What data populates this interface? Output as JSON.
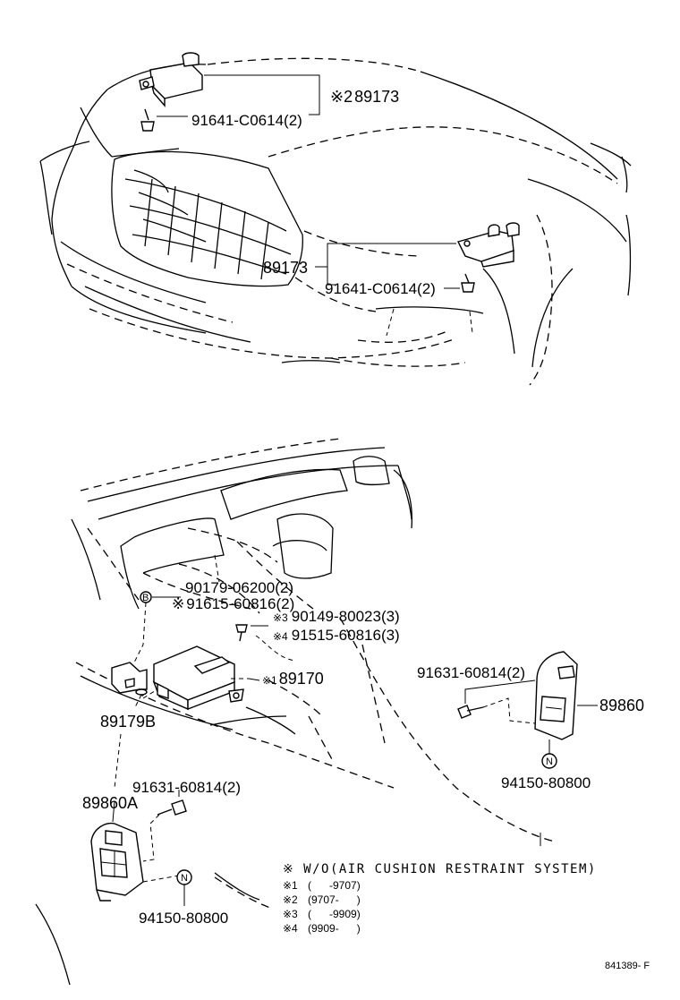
{
  "top_view": {
    "callouts": [
      {
        "mark": "※2",
        "part": "89173"
      },
      {
        "part": "91641-C0614(2)"
      },
      {
        "part": "89173"
      },
      {
        "part": "91641-C0614(2)"
      }
    ]
  },
  "bottom_view": {
    "callouts": [
      {
        "part": "90179-06200(2)"
      },
      {
        "mark": "※",
        "part": "91615-60816(2)"
      },
      {
        "mark": "※3",
        "part": "90149-80023(3)"
      },
      {
        "mark": "※4",
        "part": "91515-60816(3)"
      },
      {
        "mark": "※1",
        "part": "89170"
      },
      {
        "part": "89179B"
      },
      {
        "part": "91631-60814(2)"
      },
      {
        "part": "89860"
      },
      {
        "part": "94150-80800"
      },
      {
        "part": "89860A"
      },
      {
        "part": "91631-60814(2)"
      },
      {
        "part": "94150-80800"
      }
    ],
    "nut_symbol": "N",
    "washer_symbol": "B"
  },
  "legend": {
    "heading": "※ W/O(AIR CUSHION RESTRAINT SYSTEM)",
    "rows": [
      {
        "mark": "※1",
        "range": "(      -9707)"
      },
      {
        "mark": "※2",
        "range": "(9707-      )"
      },
      {
        "mark": "※3",
        "range": "(      -9909)"
      },
      {
        "mark": "※4",
        "range": "(9909-      )"
      }
    ]
  },
  "diagram_code": "841389- F"
}
